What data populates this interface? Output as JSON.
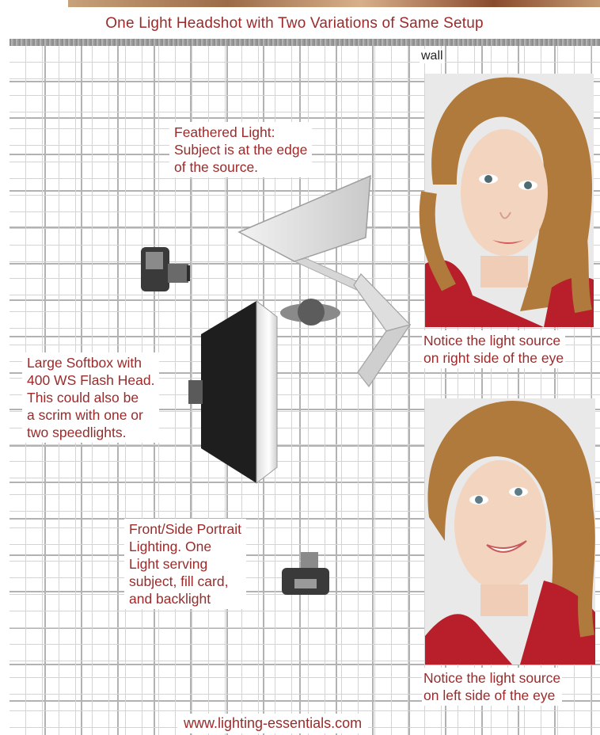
{
  "title": "One Light Headshot with Two Variations of Same Setup",
  "wall_label": "wall",
  "labels": {
    "feathered": "Feathered Light:\nSubject is at the edge\nof the source.",
    "softbox": "Large Softbox with\n400 WS Flash Head.\nThis could also be\na scrim with one or\ntwo speedlights.",
    "front_side": "Front/Side Portrait\nLighting. One\nLight serving\nsubject, fill card,\nand backlight"
  },
  "captions": {
    "top_photo": "Notice the light source\non right side of the eye",
    "bottom_photo": "Notice the light source\non left side of the eye"
  },
  "footer": "www.lighting-essentials.com",
  "icons": {
    "camera": "camera-icon",
    "softbox": "softbox-icon",
    "subject": "subject-icon",
    "reflector": "reflector-icon",
    "feather_beam": "light-beam-icon"
  },
  "colors": {
    "text_accent": "#9c2a2a",
    "grid_major": "#b2b2b2",
    "grid_minor": "#d4d4d4",
    "dress_red": "#b81f2a",
    "hair": "#b07a3c"
  }
}
